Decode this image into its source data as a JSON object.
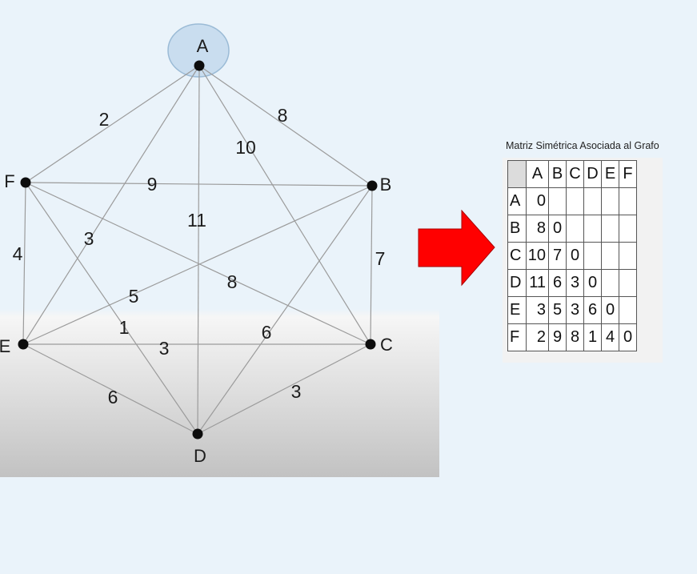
{
  "graph": {
    "nodes": [
      {
        "id": "A",
        "label": "A",
        "highlighted": true
      },
      {
        "id": "B",
        "label": "B"
      },
      {
        "id": "C",
        "label": "C"
      },
      {
        "id": "D",
        "label": "D"
      },
      {
        "id": "E",
        "label": "E"
      },
      {
        "id": "F",
        "label": "F"
      }
    ],
    "edges": [
      {
        "from": "A",
        "to": "F",
        "weight": "2"
      },
      {
        "from": "A",
        "to": "B",
        "weight": "8"
      },
      {
        "from": "A",
        "to": "C",
        "weight": "10"
      },
      {
        "from": "A",
        "to": "D",
        "weight": "11"
      },
      {
        "from": "A",
        "to": "E",
        "weight": "3"
      },
      {
        "from": "F",
        "to": "B",
        "weight": "9"
      },
      {
        "from": "F",
        "to": "E",
        "weight": "4"
      },
      {
        "from": "F",
        "to": "C",
        "weight": "8"
      },
      {
        "from": "F",
        "to": "D",
        "weight": "1"
      },
      {
        "from": "B",
        "to": "C",
        "weight": "7"
      },
      {
        "from": "B",
        "to": "E",
        "weight": "5"
      },
      {
        "from": "B",
        "to": "D",
        "weight": "6"
      },
      {
        "from": "E",
        "to": "C",
        "weight": "3"
      },
      {
        "from": "E",
        "to": "D",
        "weight": "6"
      },
      {
        "from": "C",
        "to": "D",
        "weight": "3"
      }
    ]
  },
  "matrix": {
    "title": "Matriz Simétrica Asociada al Grafo",
    "columns": [
      "A",
      "B",
      "C",
      "D",
      "E",
      "F"
    ],
    "rows": [
      {
        "label": "A",
        "values": [
          "0",
          "",
          "",
          "",
          "",
          ""
        ]
      },
      {
        "label": "B",
        "values": [
          "8",
          "0",
          "",
          "",
          "",
          ""
        ]
      },
      {
        "label": "C",
        "values": [
          "10",
          "7",
          "0",
          "",
          "",
          ""
        ]
      },
      {
        "label": "D",
        "values": [
          "11",
          "6",
          "3",
          "0",
          "",
          ""
        ]
      },
      {
        "label": "E",
        "values": [
          "3",
          "5",
          "3",
          "6",
          "0",
          ""
        ]
      },
      {
        "label": "F",
        "values": [
          "2",
          "9",
          "8",
          "1",
          "4",
          "0"
        ]
      }
    ]
  },
  "colors": {
    "background": "#eaf3fa",
    "edge": "#9b9b9b",
    "node": "#0d0d0d",
    "highlight_fill": "#c9ddef",
    "highlight_stroke": "#9bbbd6",
    "arrow": "#ff0000",
    "matrix_corner": "#dcdcdc"
  }
}
